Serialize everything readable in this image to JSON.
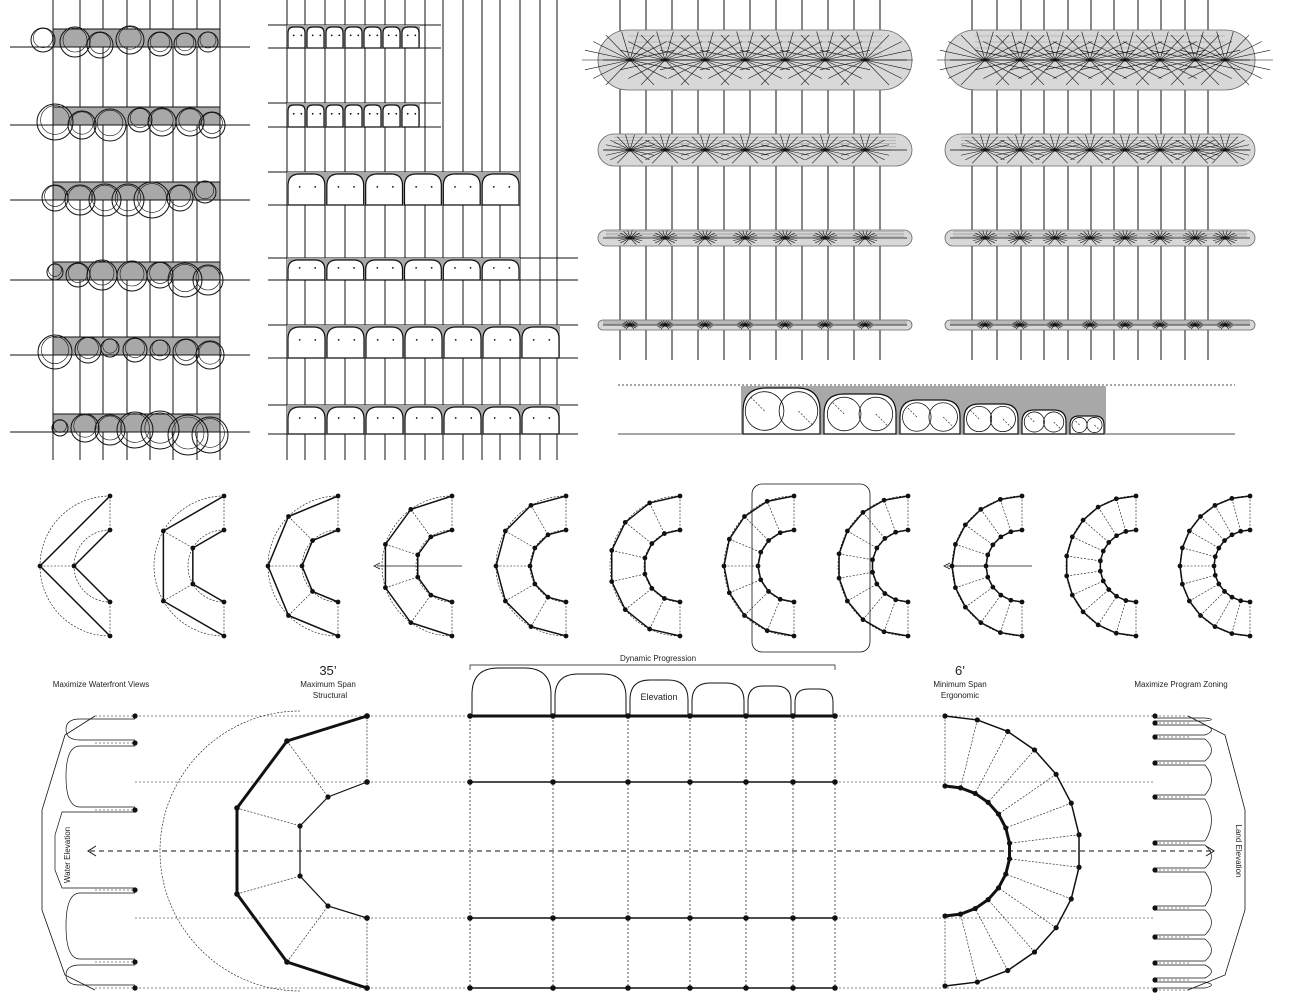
{
  "labels": {
    "dynamic_progression": "Dynamic Progression",
    "elevation": "Elevation",
    "maximize_waterfront": "Maximize Waterfront Views",
    "span_max_value": "35’",
    "span_max_line1": "Maximum Span",
    "span_max_line2": "Structural",
    "span_min_value": "6’",
    "span_min_line1": "Minimum Span",
    "span_min_line2": "Ergonomic",
    "maximize_program": "Maximize Program Zoning",
    "water_elevation": "Water Elevation",
    "land_elevation": "Land Elevation"
  },
  "colors": {
    "ink": "#111111",
    "fill_gray": "#a8a8a8",
    "light_gray": "#d8d8d8"
  },
  "polygon_study": {
    "segment_counts": [
      2,
      3,
      4,
      5,
      6,
      7,
      8,
      9,
      10,
      11,
      12
    ],
    "highlighted_counts": [
      5,
      10
    ]
  }
}
